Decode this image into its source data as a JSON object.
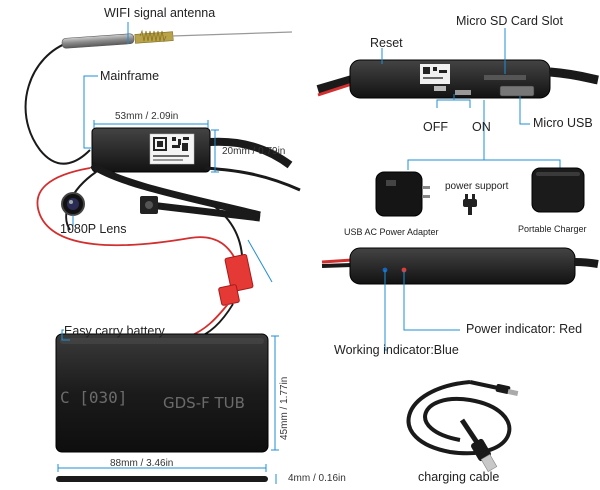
{
  "labels": {
    "wifi_antenna": "WIFI signal antenna",
    "mainframe": "Mainframe",
    "lens": "1080P Lens",
    "battery": "Easy carry battery",
    "sd_slot": "Micro SD Card Slot",
    "reset": "Reset",
    "off": "OFF",
    "on": "ON",
    "micro_usb": "Micro USB",
    "power_support": "power support",
    "ac_adapter": "USB AC Power Adapter",
    "portable_charger": "Portable Charger",
    "power_indicator": "Power indicator: Red",
    "working_indicator": "Working indicator:Blue",
    "charging_cable": "charging cable"
  },
  "dimensions": {
    "mainframe_width": "53mm / 2.09in",
    "mainframe_height": "20mm / 0.79in",
    "battery_height": "45mm / 1.77in",
    "battery_width": "88mm / 3.46in",
    "battery_thickness": "4mm / 0.16in"
  },
  "battery_print": {
    "code": "C [030]",
    "brand": "GDS-F TUB"
  },
  "colors": {
    "callout_line": "#1f8fd6",
    "indicator_red": "#e53935",
    "indicator_blue": "#1565c0",
    "cable_red": "#d32f2f",
    "device_black": "#1a1a1a"
  },
  "icons": [
    "plug-icon"
  ]
}
